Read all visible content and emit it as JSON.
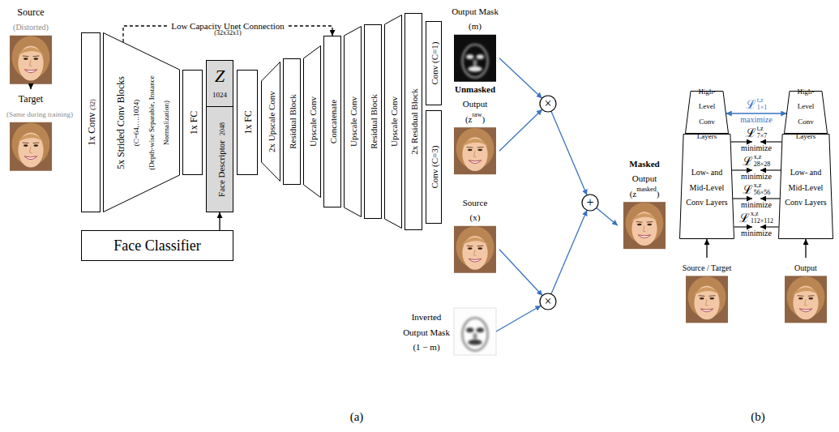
{
  "diagram": {
    "nodes": [
      {
        "text": [
          "Source",
          "(Distorted)"
        ]
      },
      {
        "text": [
          "Target",
          "(Same during training)"
        ]
      },
      {
        "text": [
          "1x Conv",
          "(32)"
        ]
      },
      {
        "text": [
          "5x Strided Conv Blocks",
          "(C=64,….1024)",
          "(Depth-wise Separable, Instance Normalization)"
        ]
      },
      {
        "text": [
          "1x FC"
        ]
      },
      {
        "text": [
          "Z",
          "1024"
        ]
      },
      {
        "text": [
          "Face Descriptor",
          "2048"
        ]
      },
      {
        "text": [
          "1x FC"
        ]
      },
      {
        "text": [
          "2x Upscale Conv"
        ]
      },
      {
        "text": [
          "Residual Block"
        ]
      },
      {
        "text": [
          "Upscale Conv"
        ]
      },
      {
        "text": [
          "Concatenate"
        ]
      },
      {
        "text": [
          "Upscale Conv"
        ]
      },
      {
        "text": [
          "Residual Block"
        ]
      },
      {
        "text": [
          "Upscale Conv"
        ]
      },
      {
        "text": [
          "2x Residual Block"
        ]
      },
      {
        "text": [
          "Conv (C=1)"
        ]
      },
      {
        "text": [
          "Conv (C=3)"
        ]
      },
      {
        "text": [
          "Face Classifier"
        ]
      },
      {
        "text": [
          "Output Mask",
          "(m)"
        ]
      },
      {
        "text": [
          "Unmasked",
          "Output",
          "(z",
          "raw",
          ")"
        ]
      },
      {
        "text": [
          "Source",
          "(x)"
        ]
      },
      {
        "text": [
          "Inverted Output Mask",
          "(1 − m)"
        ]
      },
      {
        "text": [
          "×"
        ]
      },
      {
        "text": [
          "×"
        ]
      },
      {
        "text": [
          "+"
        ]
      },
      {
        "text": [
          "Masked",
          "Output",
          "(z",
          "masked",
          ")"
        ]
      },
      {
        "text": [
          "High-Level Conv Layers"
        ]
      },
      {
        "text": [
          "Low- and Mid-Level Conv Layers"
        ]
      },
      {
        "text": [
          "Source / Target"
        ]
      },
      {
        "text": [
          "High-Level Conv Layers"
        ]
      },
      {
        "text": [
          "Low- and Mid-Level Conv Layers"
        ]
      },
      {
        "text": [
          "Output"
        ]
      }
    ],
    "edges": [
      {
        "from": 0,
        "to": 1,
        "arrow": "to"
      },
      {
        "from": 3,
        "to": 11,
        "arrow": "to",
        "label": "Low Capacity Unet Connection"
      },
      {
        "from": 18,
        "to": 6,
        "arrow": "to"
      },
      {
        "from": 19,
        "to": 23,
        "arrow": "to"
      },
      {
        "from": 20,
        "to": 23,
        "arrow": "to"
      },
      {
        "from": 21,
        "to": 24,
        "arrow": "to"
      },
      {
        "from": 22,
        "to": 24,
        "arrow": "to"
      },
      {
        "from": 23,
        "to": 25,
        "arrow": "to"
      },
      {
        "from": 24,
        "to": 25,
        "arrow": "to"
      },
      {
        "from": 25,
        "to": 26,
        "arrow": "to"
      },
      {
        "from": 29,
        "to": 28,
        "arrow": "to"
      },
      {
        "from": 32,
        "to": 31,
        "arrow": "to"
      },
      {
        "from": 27,
        "to": 30,
        "arrow": "both"
      }
    ],
    "labels": [
      "(32x32x1)",
      "ℒ",
      "t,z",
      "1×1",
      "maximize",
      "ℒ",
      "t,z",
      "7×7",
      "minimize",
      "ℒ",
      "x,z",
      "28×28",
      "minimize",
      "ℒ",
      "x,z",
      "56×56",
      "minimize",
      "ℒ",
      "x,z",
      "112×112",
      "minimize",
      "(a)",
      "(b)"
    ]
  }
}
